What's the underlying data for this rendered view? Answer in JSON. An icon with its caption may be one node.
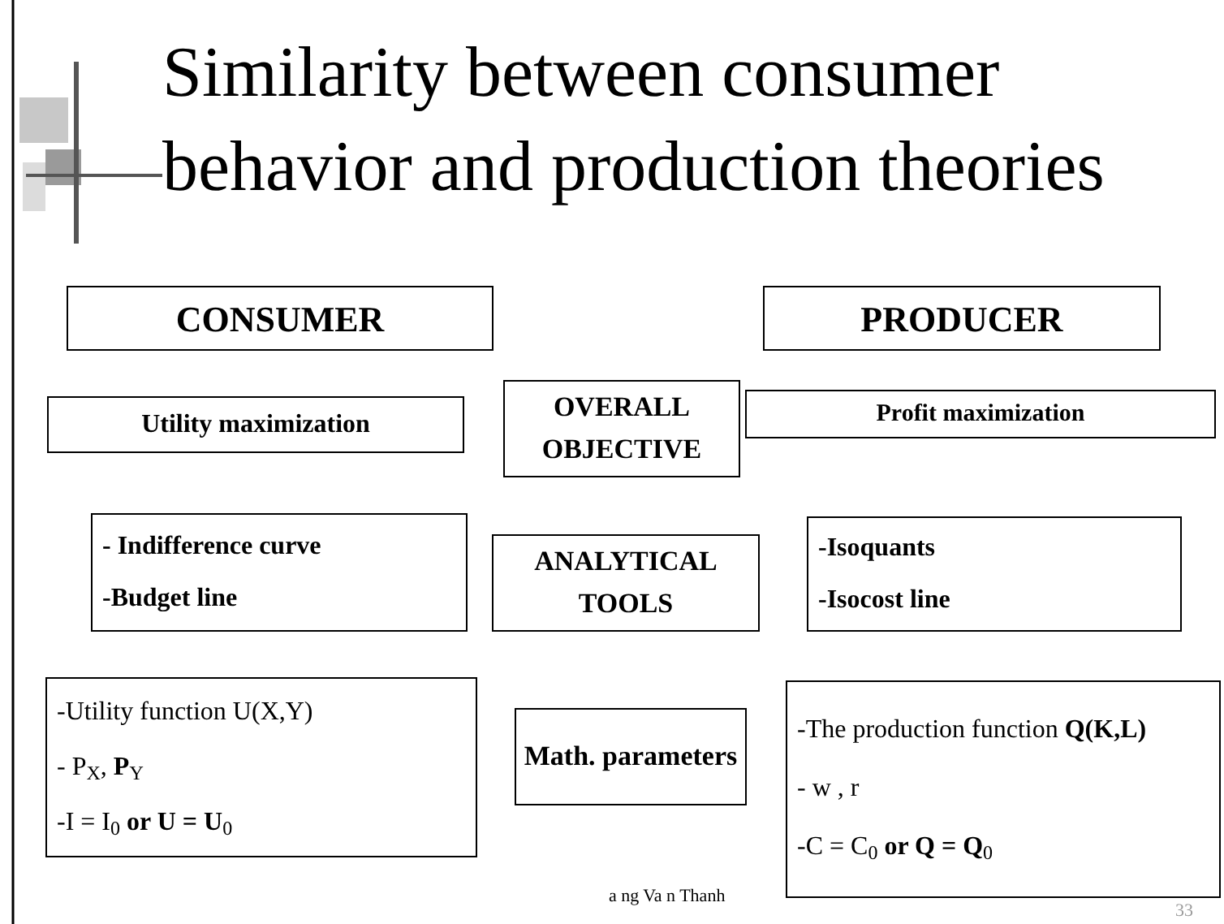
{
  "diagram": {
    "title": "Similarity between consumer behavior and production theories",
    "nodes": [
      {
        "text": [
          "CONSUMER"
        ]
      },
      {
        "text": [
          "PRODUCER"
        ]
      },
      {
        "text": [
          "Utility maximization"
        ]
      },
      {
        "text": [
          "OVERALL OBJECTIVE"
        ]
      },
      {
        "text": [
          "Profit maximization"
        ]
      },
      {
        "text": [
          "- Indifference curve",
          "-Budget line"
        ]
      },
      {
        "text": [
          "ANALYTICAL TOOLS"
        ]
      },
      {
        "text": [
          "-Isoquants",
          "-Isocost line"
        ]
      },
      {
        "text": [
          "-Utility function U(X,Y)",
          "- P$_{X}$, **P**$_{Y}$",
          "-I = I$_{0}$ **or U = U**$_{0}$"
        ]
      },
      {
        "text": [
          "Math. parameters"
        ]
      },
      {
        "text": [
          "-The production function **Q(K,L)**",
          "- w , r",
          "-C = C$_{0}$ **or Q = Q**$_{0}$"
        ]
      }
    ],
    "labels": [
      "a ng Va n Thanh",
      "33"
    ]
  }
}
